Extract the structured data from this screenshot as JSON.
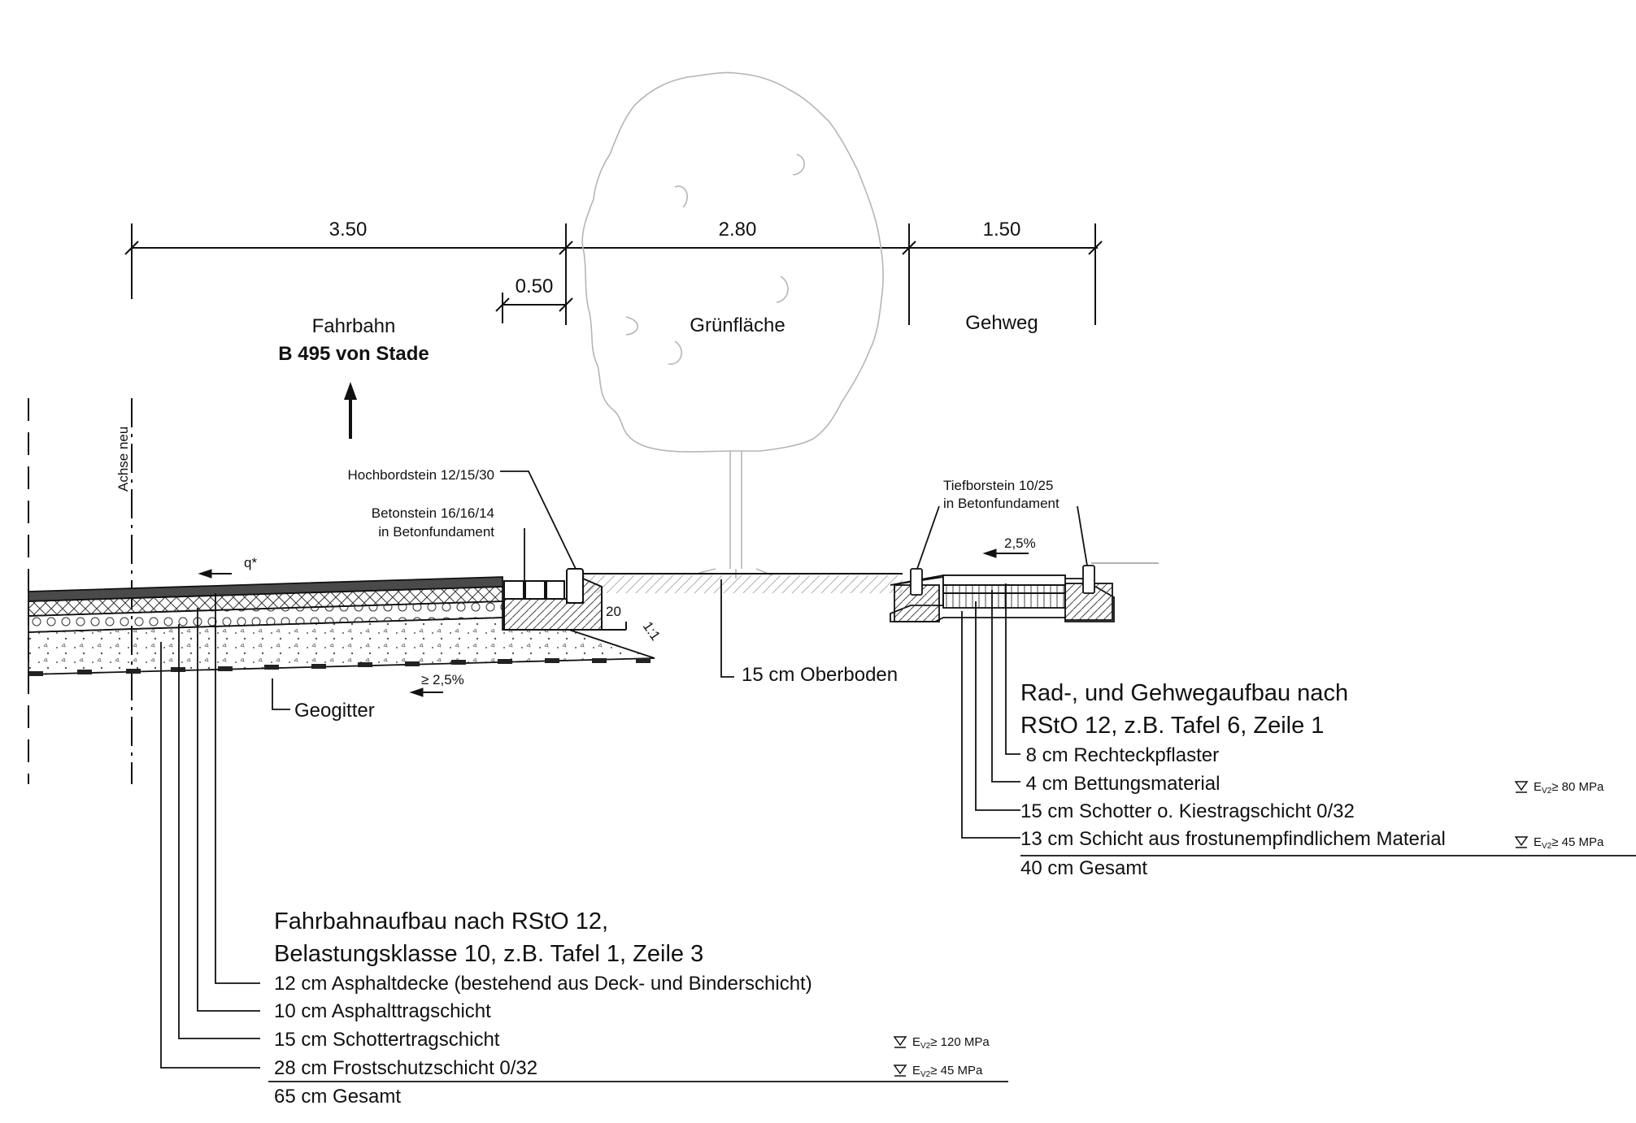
{
  "dimensions": {
    "carriageway_width": "3.50",
    "green_width": "2.80",
    "sidewalk_width": "1.50",
    "offset_width": "0.50"
  },
  "zones": {
    "carriageway": "Fahrbahn",
    "road_name": "B 495 von Stade",
    "green": "Grünfläche",
    "sidewalk": "Gehweg"
  },
  "axis_label": "Achse neu",
  "components": {
    "curb_high": "Hochbordstein 12/15/30",
    "concrete_stone_1": "Betonstein 16/16/14",
    "concrete_stone_2": "in Betonfundament",
    "curb_low_1": "Tiefborstein 10/25",
    "curb_low_2": "in Betonfundament",
    "topsoil": "15 cm Oberboden",
    "geogrid": "Geogitter",
    "slope_road": "≥ 2,5%",
    "slope_walk": "2,5%",
    "q_star": "q*",
    "width_20": "20",
    "ratio": "1:1"
  },
  "road_buildup": {
    "title_1": "Fahrbahnaufbau nach RStO 12,",
    "title_2": "Belastungsklasse 10, z.B. Tafel 1, Zeile 3",
    "layers": [
      "12 cm Asphaltdecke (bestehend aus Deck- und Binderschicht)",
      "10 cm Asphalttragschicht",
      "15 cm Schottertragschicht",
      "28 cm Frostschutzschicht 0/32"
    ],
    "total": "65 cm Gesamt",
    "ev_1": "≥ 120 MPa",
    "ev_2": "≥  45 MPa"
  },
  "walk_buildup": {
    "title_1": "Rad-, und Gehwegaufbau nach",
    "title_2": "RStO 12, z.B. Tafel 6, Zeile 1",
    "layers": [
      " 8 cm Rechteckpflaster",
      " 4 cm Bettungsmaterial",
      "15 cm Schotter o. Kiestragschicht 0/32",
      "13 cm Schicht aus frostunempfindlichem Material"
    ],
    "total": "40 cm Gesamt",
    "ev_1": "≥ 80 MPa",
    "ev_2": "≥ 45 MPa"
  },
  "ev_symbol": "E",
  "ev_sub": "V2"
}
